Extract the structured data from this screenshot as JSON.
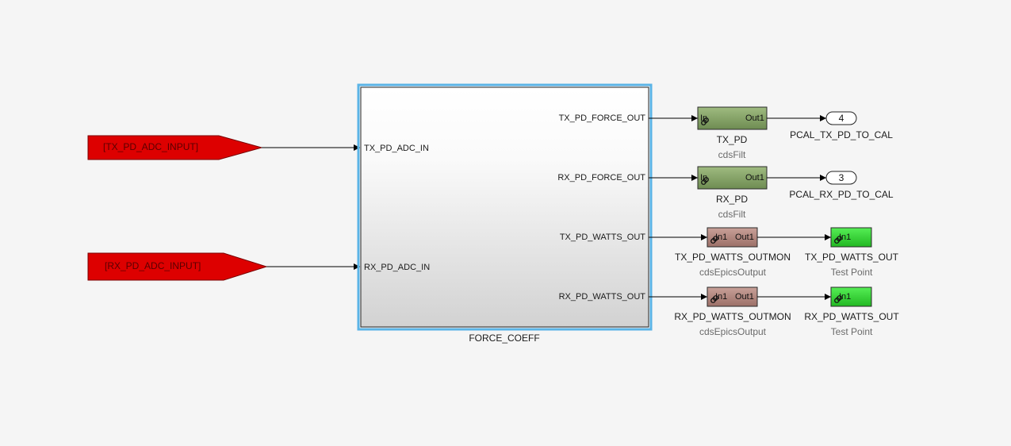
{
  "subsystem": {
    "name": "FORCE_COEFF",
    "inputs": [
      "TX_PD_ADC_IN",
      "RX_PD_ADC_IN"
    ],
    "outputs": [
      "TX_PD_FORCE_OUT",
      "RX_PD_FORCE_OUT",
      "TX_PD_WATTS_OUT",
      "RX_PD_WATTS_OUT"
    ]
  },
  "from_tags": [
    {
      "label": "[TX_PD_ADC_INPUT]"
    },
    {
      "label": "[RX_PD_ADC_INPUT]"
    }
  ],
  "filt_blocks": [
    {
      "name": "TX_PD",
      "library": "cdsFilt",
      "in_label": "In",
      "out_label": "Out1"
    },
    {
      "name": "RX_PD",
      "library": "cdsFilt",
      "in_label": "In",
      "out_label": "Out1"
    }
  ],
  "outports": [
    {
      "number": "4",
      "name": "PCAL_TX_PD_TO_CAL"
    },
    {
      "number": "3",
      "name": "PCAL_RX_PD_TO_CAL"
    }
  ],
  "epics_blocks": [
    {
      "name": "TX_PD_WATTS_OUTMON",
      "library": "cdsEpicsOutput",
      "in_label": "In1",
      "out_label": "Out1"
    },
    {
      "name": "RX_PD_WATTS_OUTMON",
      "library": "cdsEpicsOutput",
      "in_label": "In1",
      "out_label": "Out1"
    }
  ],
  "testpoints": [
    {
      "name": "TX_PD_WATTS_OUT",
      "library": "Test Point",
      "in_label": "In1"
    },
    {
      "name": "RX_PD_WATTS_OUT",
      "library": "Test Point",
      "in_label": "In1"
    }
  ],
  "colors": {
    "from_tag_fill": "#dd0000",
    "filt_block": "#8aa86a",
    "epics_block": "#b78a80",
    "testpoint": "#33cc33",
    "selection": "#5ab4e6"
  }
}
